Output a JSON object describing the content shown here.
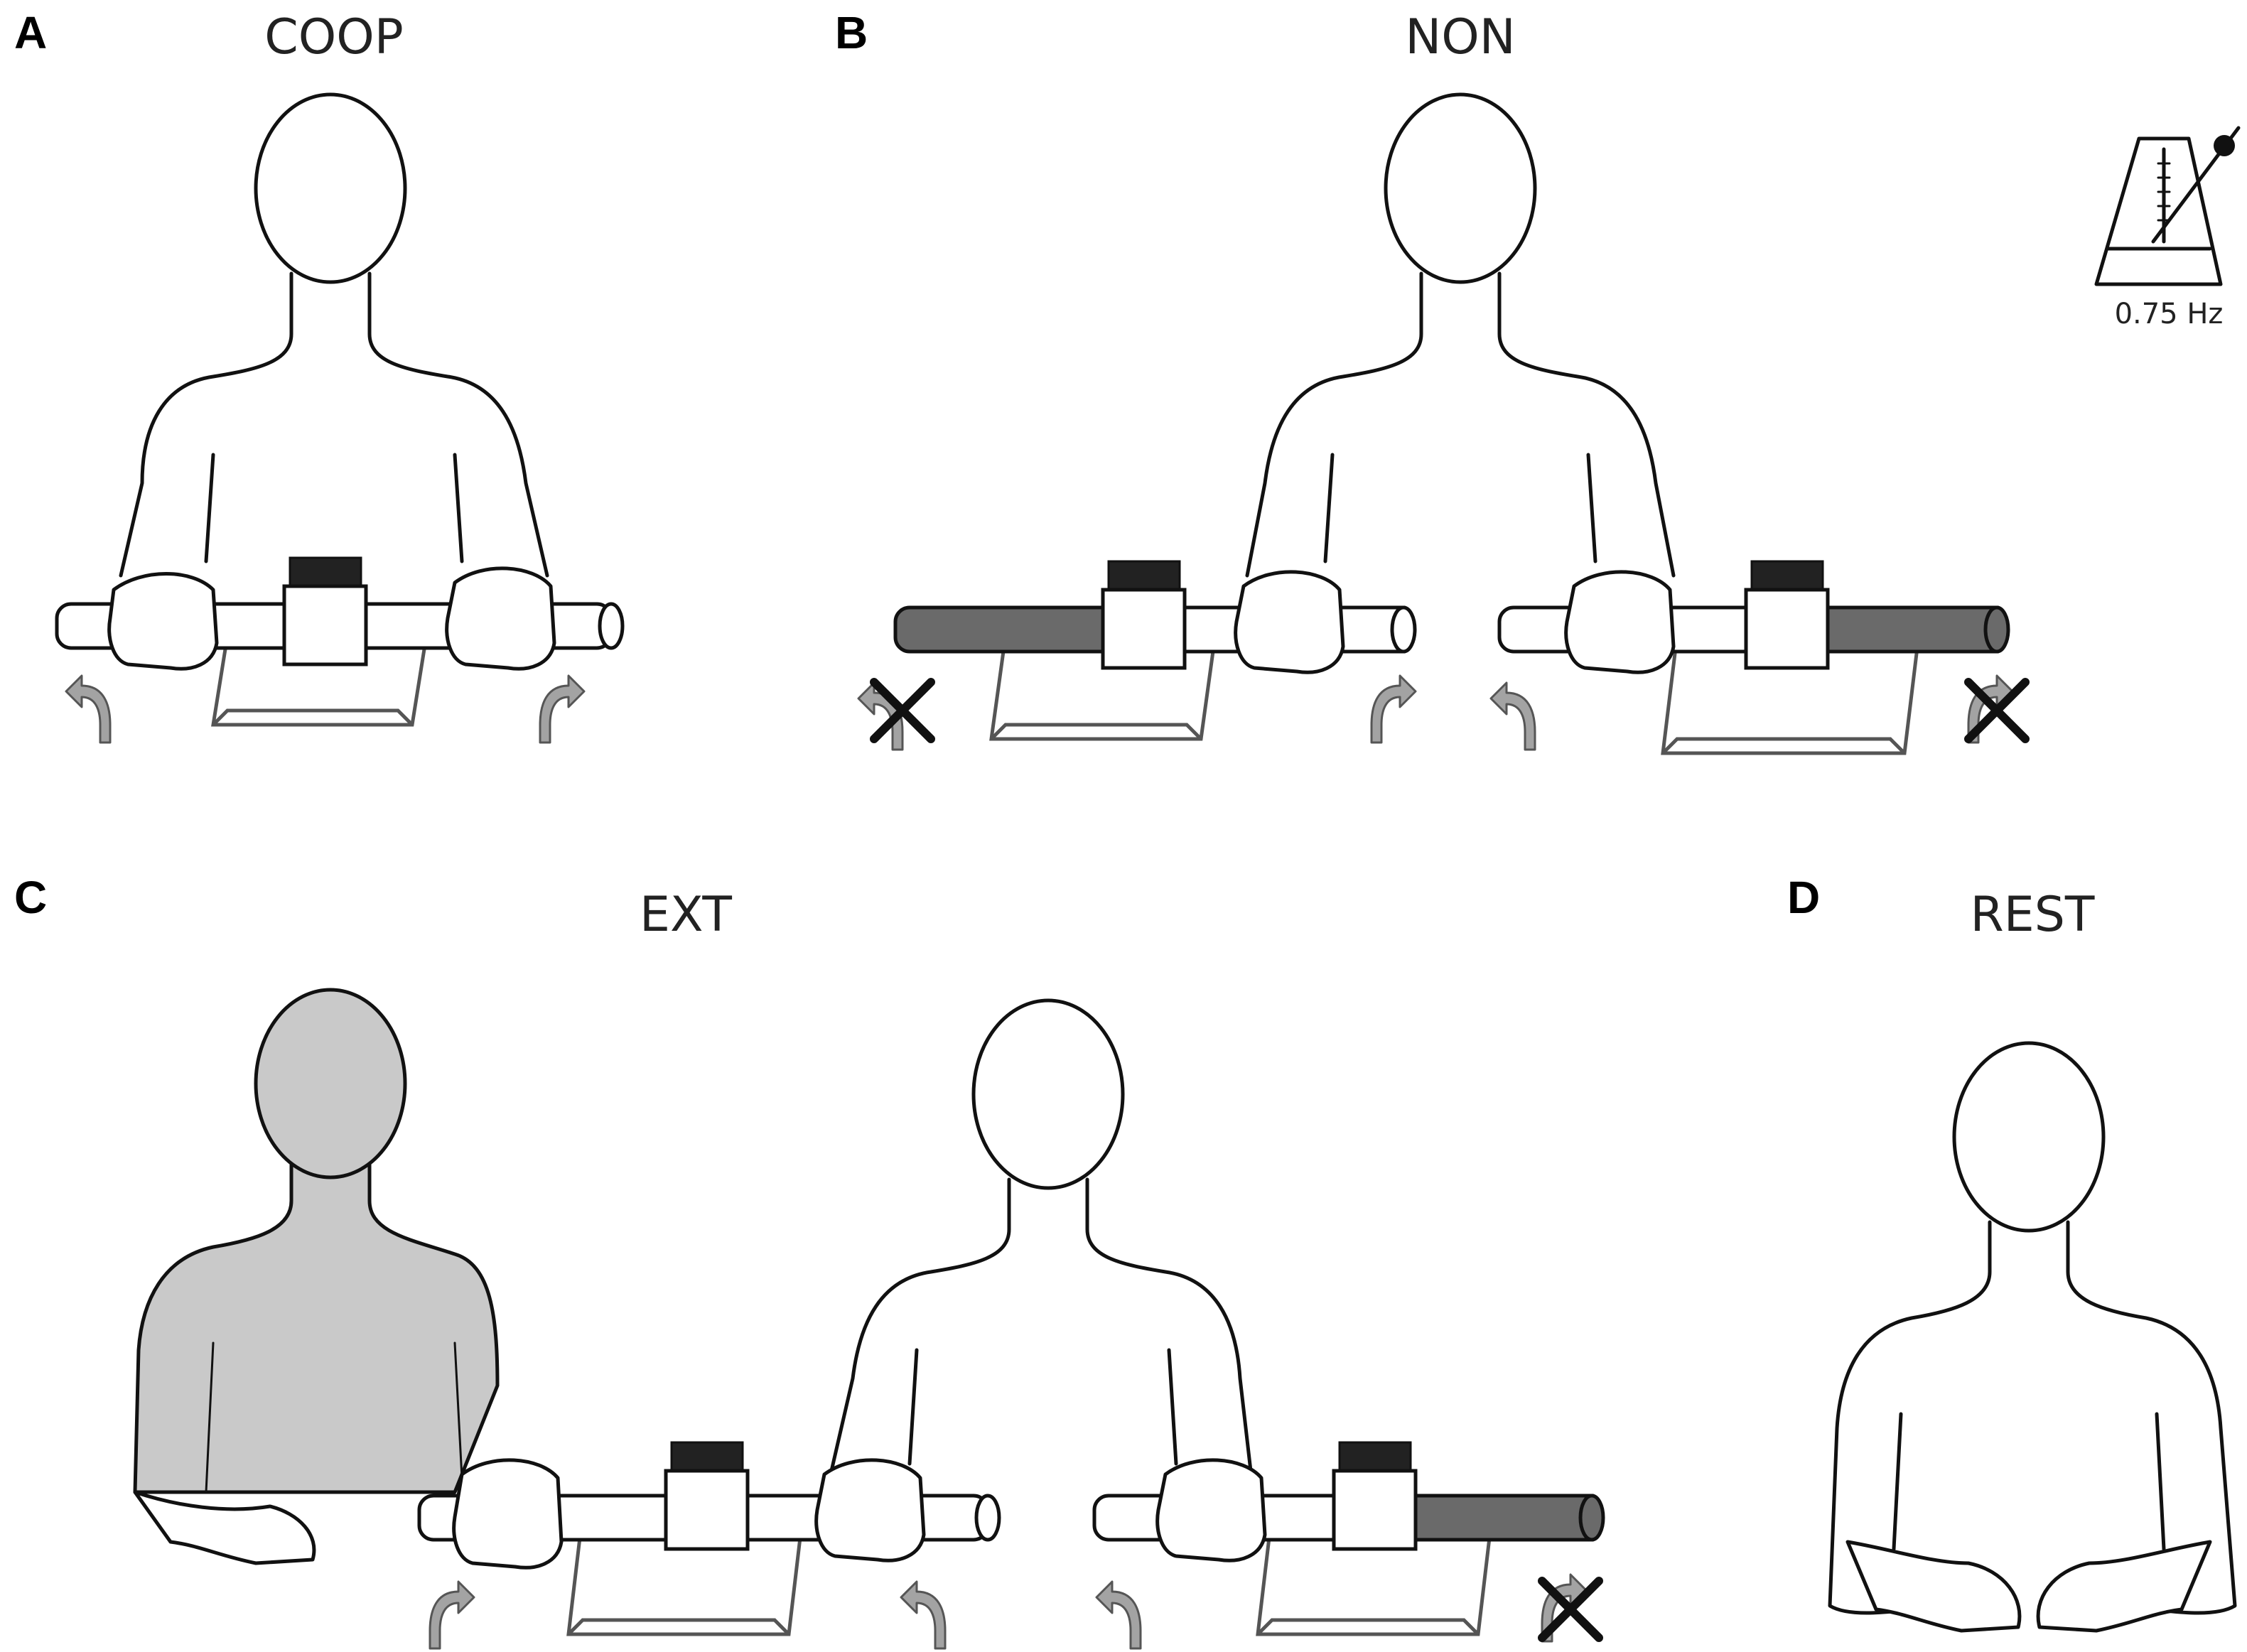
{
  "panels": {
    "a": {
      "letter": "A",
      "title": "COOP"
    },
    "b": {
      "letter": "B",
      "title": "NON"
    },
    "c": {
      "letter": "C",
      "title": "EXT"
    },
    "d": {
      "letter": "D",
      "title": "REST"
    }
  },
  "metronome": {
    "label": "0.75 Hz",
    "icon": "metronome-icon"
  },
  "colors": {
    "outline": "#111111",
    "partner_fill": "#c9c9c9",
    "inactive_tube": "#6a6a6a",
    "arrow": "#a3a3a3"
  }
}
